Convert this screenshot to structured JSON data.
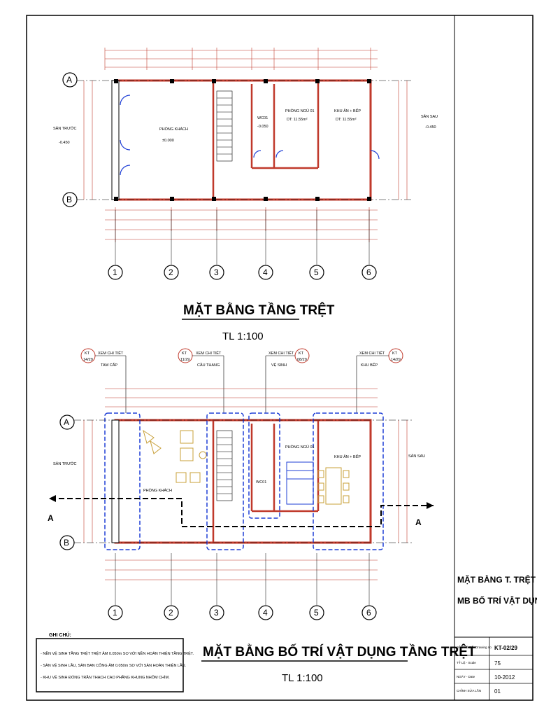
{
  "plan1": {
    "title": "MẶT BẰNG TẦNG TRỆT",
    "scale": "TL 1:100",
    "rooms": {
      "living": "PHÒNG KHÁCH",
      "living_level": "±0.000",
      "wc": "WC01",
      "wc_level": "-0.050",
      "bedroom": "PHÒNG NGỦ 01",
      "bedroom_area": "DT: 11.55m²",
      "kitchen": "KHU ĂN + BẾP",
      "kitchen_area": "DT: 11.55m²",
      "front_yard": "SÂN TRƯỚC",
      "front_level": "-0.450",
      "back_yard": "SÂN SAU",
      "back_level": "-0.450"
    }
  },
  "plan2": {
    "title": "MẶT BẰNG BỐ TRÍ VẬT DỤNG TẦNG TRỆT",
    "scale": "TL 1:100",
    "rooms": {
      "living": "PHÒNG KHÁCH",
      "bedroom": "PHÒNG NGỦ 01",
      "kitchen": "KHU ĂN + BẾP",
      "front_yard": "SÂN TRƯỚC",
      "back_yard": "SÂN SAU",
      "wc": "WC01"
    },
    "details": [
      {
        "label": "XEM CHI TIẾT",
        "sub": "TAM CẤP",
        "ref": "KT",
        "sheet": "14/29"
      },
      {
        "label": "XEM CHI TIẾT",
        "sub": "CẦU THANG",
        "ref": "KT",
        "sheet": "11/29"
      },
      {
        "label": "XEM CHI TIẾT",
        "sub": "VỆ SINH",
        "ref": "KT",
        "sheet": "08/29"
      },
      {
        "label": "XEM CHI TIẾT",
        "sub": "KHU BẾP",
        "ref": "KT",
        "sheet": "14/29"
      }
    ],
    "section_mark": "A"
  },
  "grid": {
    "columns": [
      "1",
      "2",
      "3",
      "4",
      "5",
      "6"
    ],
    "rows": [
      "A",
      "B"
    ]
  },
  "notes": {
    "heading": "GHI CHÚ:",
    "lines": [
      "- NỀN VỆ SINH TẦNG TRỆT TRỆT ÂM 0.050m SO VỚI NỀN HOÀN THIỆN TẦNG TRỆT.",
      "- SÀN VỆ SINH LẦU, SÀN BAN CÔNG ÂM 0.050m SO VỚI SÀN HOÀN THIỆN LẦU.",
      "- KHU VỆ SINH ĐÓNG TRẦN THẠCH CAO PHẲNG KHUNG NHÔM CHÌM."
    ]
  },
  "title_block": {
    "sheet_title_1": "MẶT BẰNG T. TRỆT",
    "sheet_title_2": "MB BỐ TRÍ VẬT DỤNG",
    "rows": [
      {
        "label": "BẢN VẼ SỐ -Drawing no",
        "value": "KT-02/29"
      },
      {
        "label": "TỶ LỆ - Scale",
        "value": "75"
      },
      {
        "label": "NGÀY - Date",
        "value": "10-2012"
      },
      {
        "label": "CHỈNH SỬA LẦN",
        "value": "01"
      }
    ]
  },
  "colors": {
    "wall": "#c0392b",
    "furniture_zone": "#1f3fd6",
    "line": "#000000"
  }
}
